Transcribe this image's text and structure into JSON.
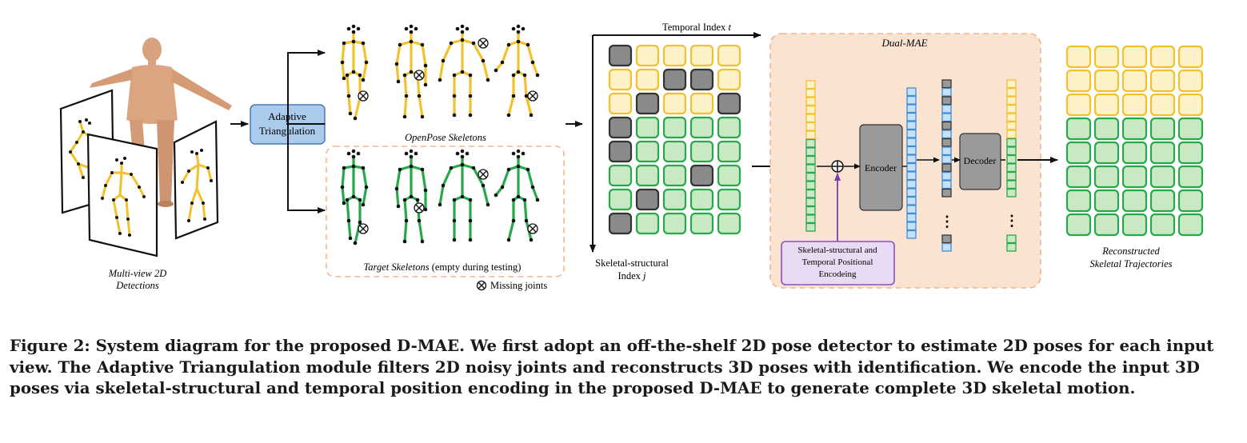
{
  "figure": {
    "labels": {
      "multiview": [
        "Multi-view 2D",
        "Detections"
      ],
      "adaptive": [
        "Adaptive",
        "Triangulation"
      ],
      "openpose": "OpenPose Skeletons",
      "target_italic": "Target Skeletons",
      "target_rest": " (empty during testing)",
      "missing": "Missing joints",
      "temporal": "Temporal Index ",
      "temporal_var": "t",
      "skeletal": [
        "Skeletal-structural",
        "Index "
      ],
      "skeletal_var": "j",
      "dual_mae": "Dual-MAE",
      "encoder": "Encoder",
      "decoder": "Decoder",
      "pos_enc": [
        "Skeletal-structural and",
        "Temporal Positional",
        "Encodeing"
      ],
      "reconstructed": [
        "Reconstructed",
        "Skeletal Trajectories"
      ],
      "ellipsis": "⋮"
    },
    "colors": {
      "yellow": "#f2c12e",
      "yellow_fill": "#fdf1c7",
      "green": "#27a84a",
      "green_fill": "#c9e8c4",
      "gray": "#8a8a8a",
      "blue": "#3b8fd8",
      "blue_fill": "#c7e0f6",
      "purple": "#8a4fbf",
      "purple_fill": "#e8dcf4",
      "salmon_fill": "#fbe3d2",
      "salmon_border": "#f0b790"
    },
    "input_grid": [
      [
        "X",
        "Y",
        "Y",
        "Y",
        "Y"
      ],
      [
        "Y",
        "Y",
        "X",
        "X",
        "Y"
      ],
      [
        "Y",
        "X",
        "Y",
        "Y",
        "X"
      ],
      [
        "X",
        "G",
        "G",
        "G",
        "G"
      ],
      [
        "X",
        "G",
        "G",
        "G",
        "G"
      ],
      [
        "G",
        "G",
        "G",
        "X",
        "G"
      ],
      [
        "G",
        "X",
        "G",
        "G",
        "G"
      ],
      [
        "X",
        "G",
        "G",
        "G",
        "G"
      ]
    ],
    "output_grid": [
      [
        "Y",
        "Y",
        "Y",
        "Y",
        "Y"
      ],
      [
        "Y",
        "Y",
        "Y",
        "Y",
        "Y"
      ],
      [
        "Y",
        "Y",
        "Y",
        "Y",
        "Y"
      ],
      [
        "G",
        "G",
        "G",
        "G",
        "G"
      ],
      [
        "G",
        "G",
        "G",
        "G",
        "G"
      ],
      [
        "G",
        "G",
        "G",
        "G",
        "G"
      ],
      [
        "G",
        "G",
        "G",
        "G",
        "G"
      ],
      [
        "G",
        "G",
        "G",
        "G",
        "G"
      ]
    ]
  },
  "caption": "Figure 2: System diagram for the proposed D-MAE. We first adopt an off-the-shelf 2D pose detector to estimate 2D poses for each input view. The Adaptive Triangulation module filters 2D noisy joints and reconstructs 3D poses with identification. We encode the input 3D poses via skeletal-structural and temporal position encoding in the proposed D-MAE to generate complete 3D skeletal motion."
}
